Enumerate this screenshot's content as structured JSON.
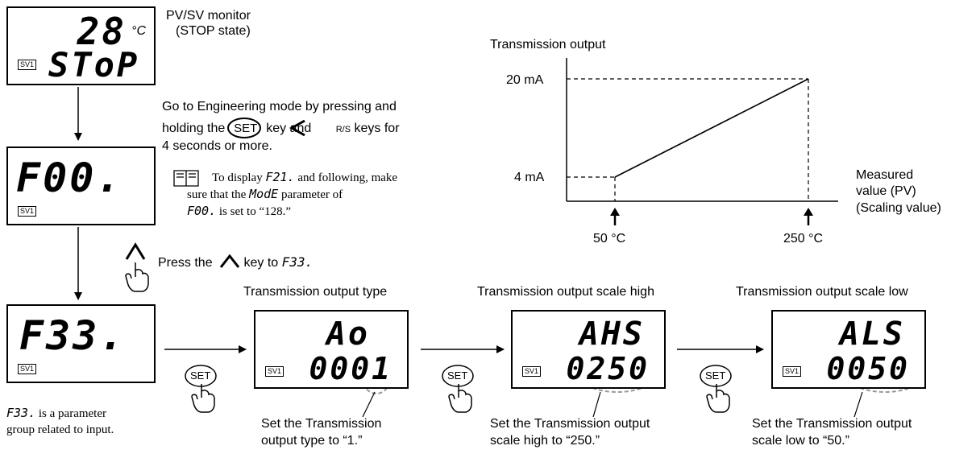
{
  "monitor": {
    "top_value": "28",
    "unit": "°C",
    "sv_tag": "SV1",
    "bottom_value": "SToP",
    "caption_line1": "PV/SV monitor",
    "caption_line2": "(STOP state)"
  },
  "engineering": {
    "display": "F00.",
    "sv_tag": "SV1",
    "instruction_line1": "Go to Engineering mode by pressing and",
    "instruction_line2_a": "holding the",
    "set_key": "SET",
    "instruction_line2_b": "key and",
    "rs_key": "R/S",
    "instruction_line2_c": "keys for",
    "instruction_line3": "4 seconds or more.",
    "note_line1_a": "To display",
    "note_line1_code": "F21.",
    "note_line1_b": "and following, make",
    "note_line2_a": "sure that the",
    "note_line2_code": "ModE",
    "note_line2_b": "parameter of",
    "note_line3_code": "F00.",
    "note_line3_b": "is set to “128.”"
  },
  "press_up": {
    "text_a": "Press the",
    "text_b": "key to",
    "target": "F33."
  },
  "f33": {
    "display": "F33.",
    "sv_tag": "SV1",
    "caption_code": "F33.",
    "caption_line1": "is a parameter",
    "caption_line2": "group related to input."
  },
  "screens": [
    {
      "title": "Transmission output type",
      "top": "Ao",
      "bottom": "0001",
      "sv_tag": "SV1",
      "note_line1": "Set the Transmission",
      "note_line2": "output type to “1.”"
    },
    {
      "title": "Transmission output scale high",
      "top": "AHS",
      "bottom": "0250",
      "sv_tag": "SV1",
      "note_line1": "Set the Transmission output",
      "note_line2": "scale high to “250.”"
    },
    {
      "title": "Transmission output scale low",
      "top": "ALS",
      "bottom": "0050",
      "sv_tag": "SV1",
      "note_line1": "Set the Transmission output",
      "note_line2": "scale low to “50.”"
    }
  ],
  "set_button_label": "SET",
  "chart": {
    "ylabel": "Transmission output",
    "xlabel_line1": "Measured",
    "xlabel_line2": "value (PV)",
    "xlabel_line3": "(Scaling value)",
    "y_ticks": [
      "20 mA",
      "4 mA"
    ],
    "x_ticks": [
      "50 °C",
      "250 °C"
    ]
  },
  "chart_data": {
    "type": "line",
    "x": [
      50,
      250
    ],
    "y": [
      4,
      20
    ],
    "title": "",
    "xlabel": "Measured value (PV) (Scaling value)",
    "ylabel": "Transmission output",
    "x_tick_labels": [
      "50 °C",
      "250 °C"
    ],
    "y_tick_labels": [
      "4 mA",
      "20 mA"
    ]
  }
}
